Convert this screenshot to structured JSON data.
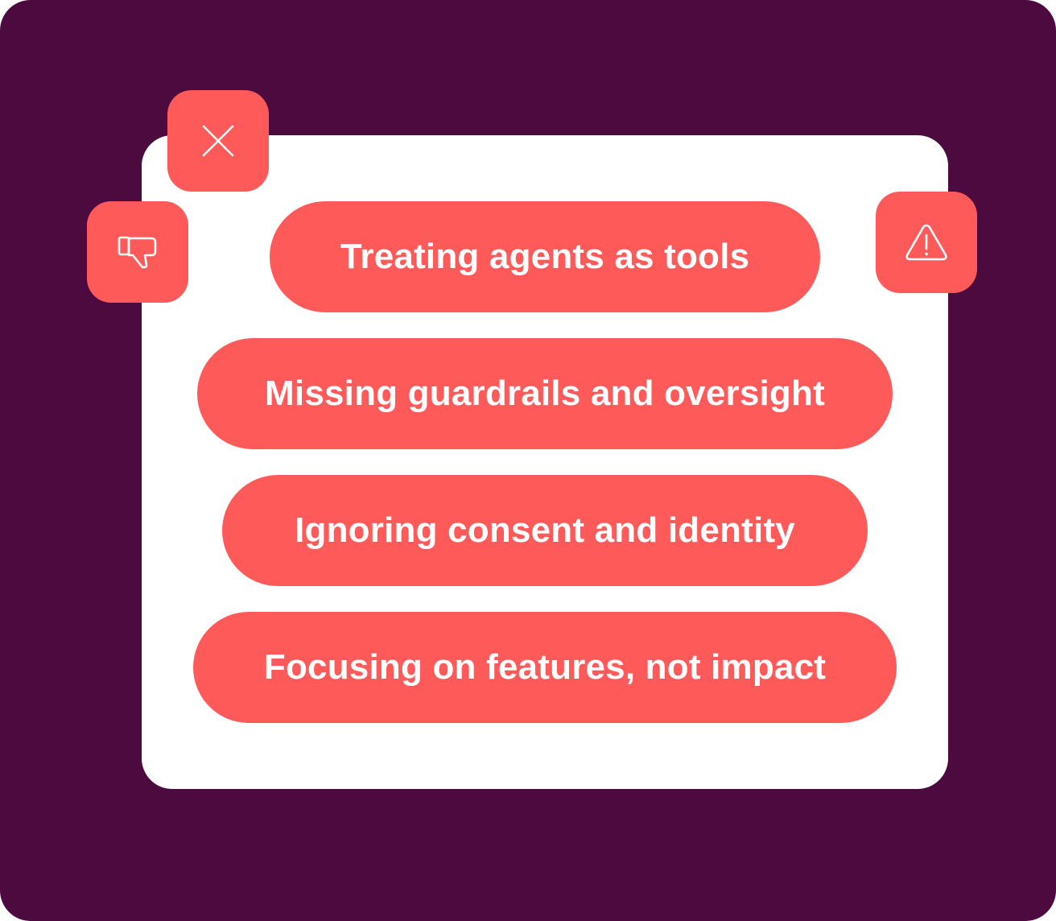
{
  "colors": {
    "background": "#4d0a3e",
    "card": "#ffffff",
    "accent": "#ff5a5a",
    "text_on_accent": "#ffffff"
  },
  "icons": {
    "close": "close-icon",
    "thumbs_down": "thumbs-down-icon",
    "warning": "warning-triangle-icon"
  },
  "items": [
    {
      "label": "Treating agents as tools"
    },
    {
      "label": "Missing guardrails and oversight"
    },
    {
      "label": "Ignoring consent and identity"
    },
    {
      "label": "Focusing on features, not impact"
    }
  ]
}
